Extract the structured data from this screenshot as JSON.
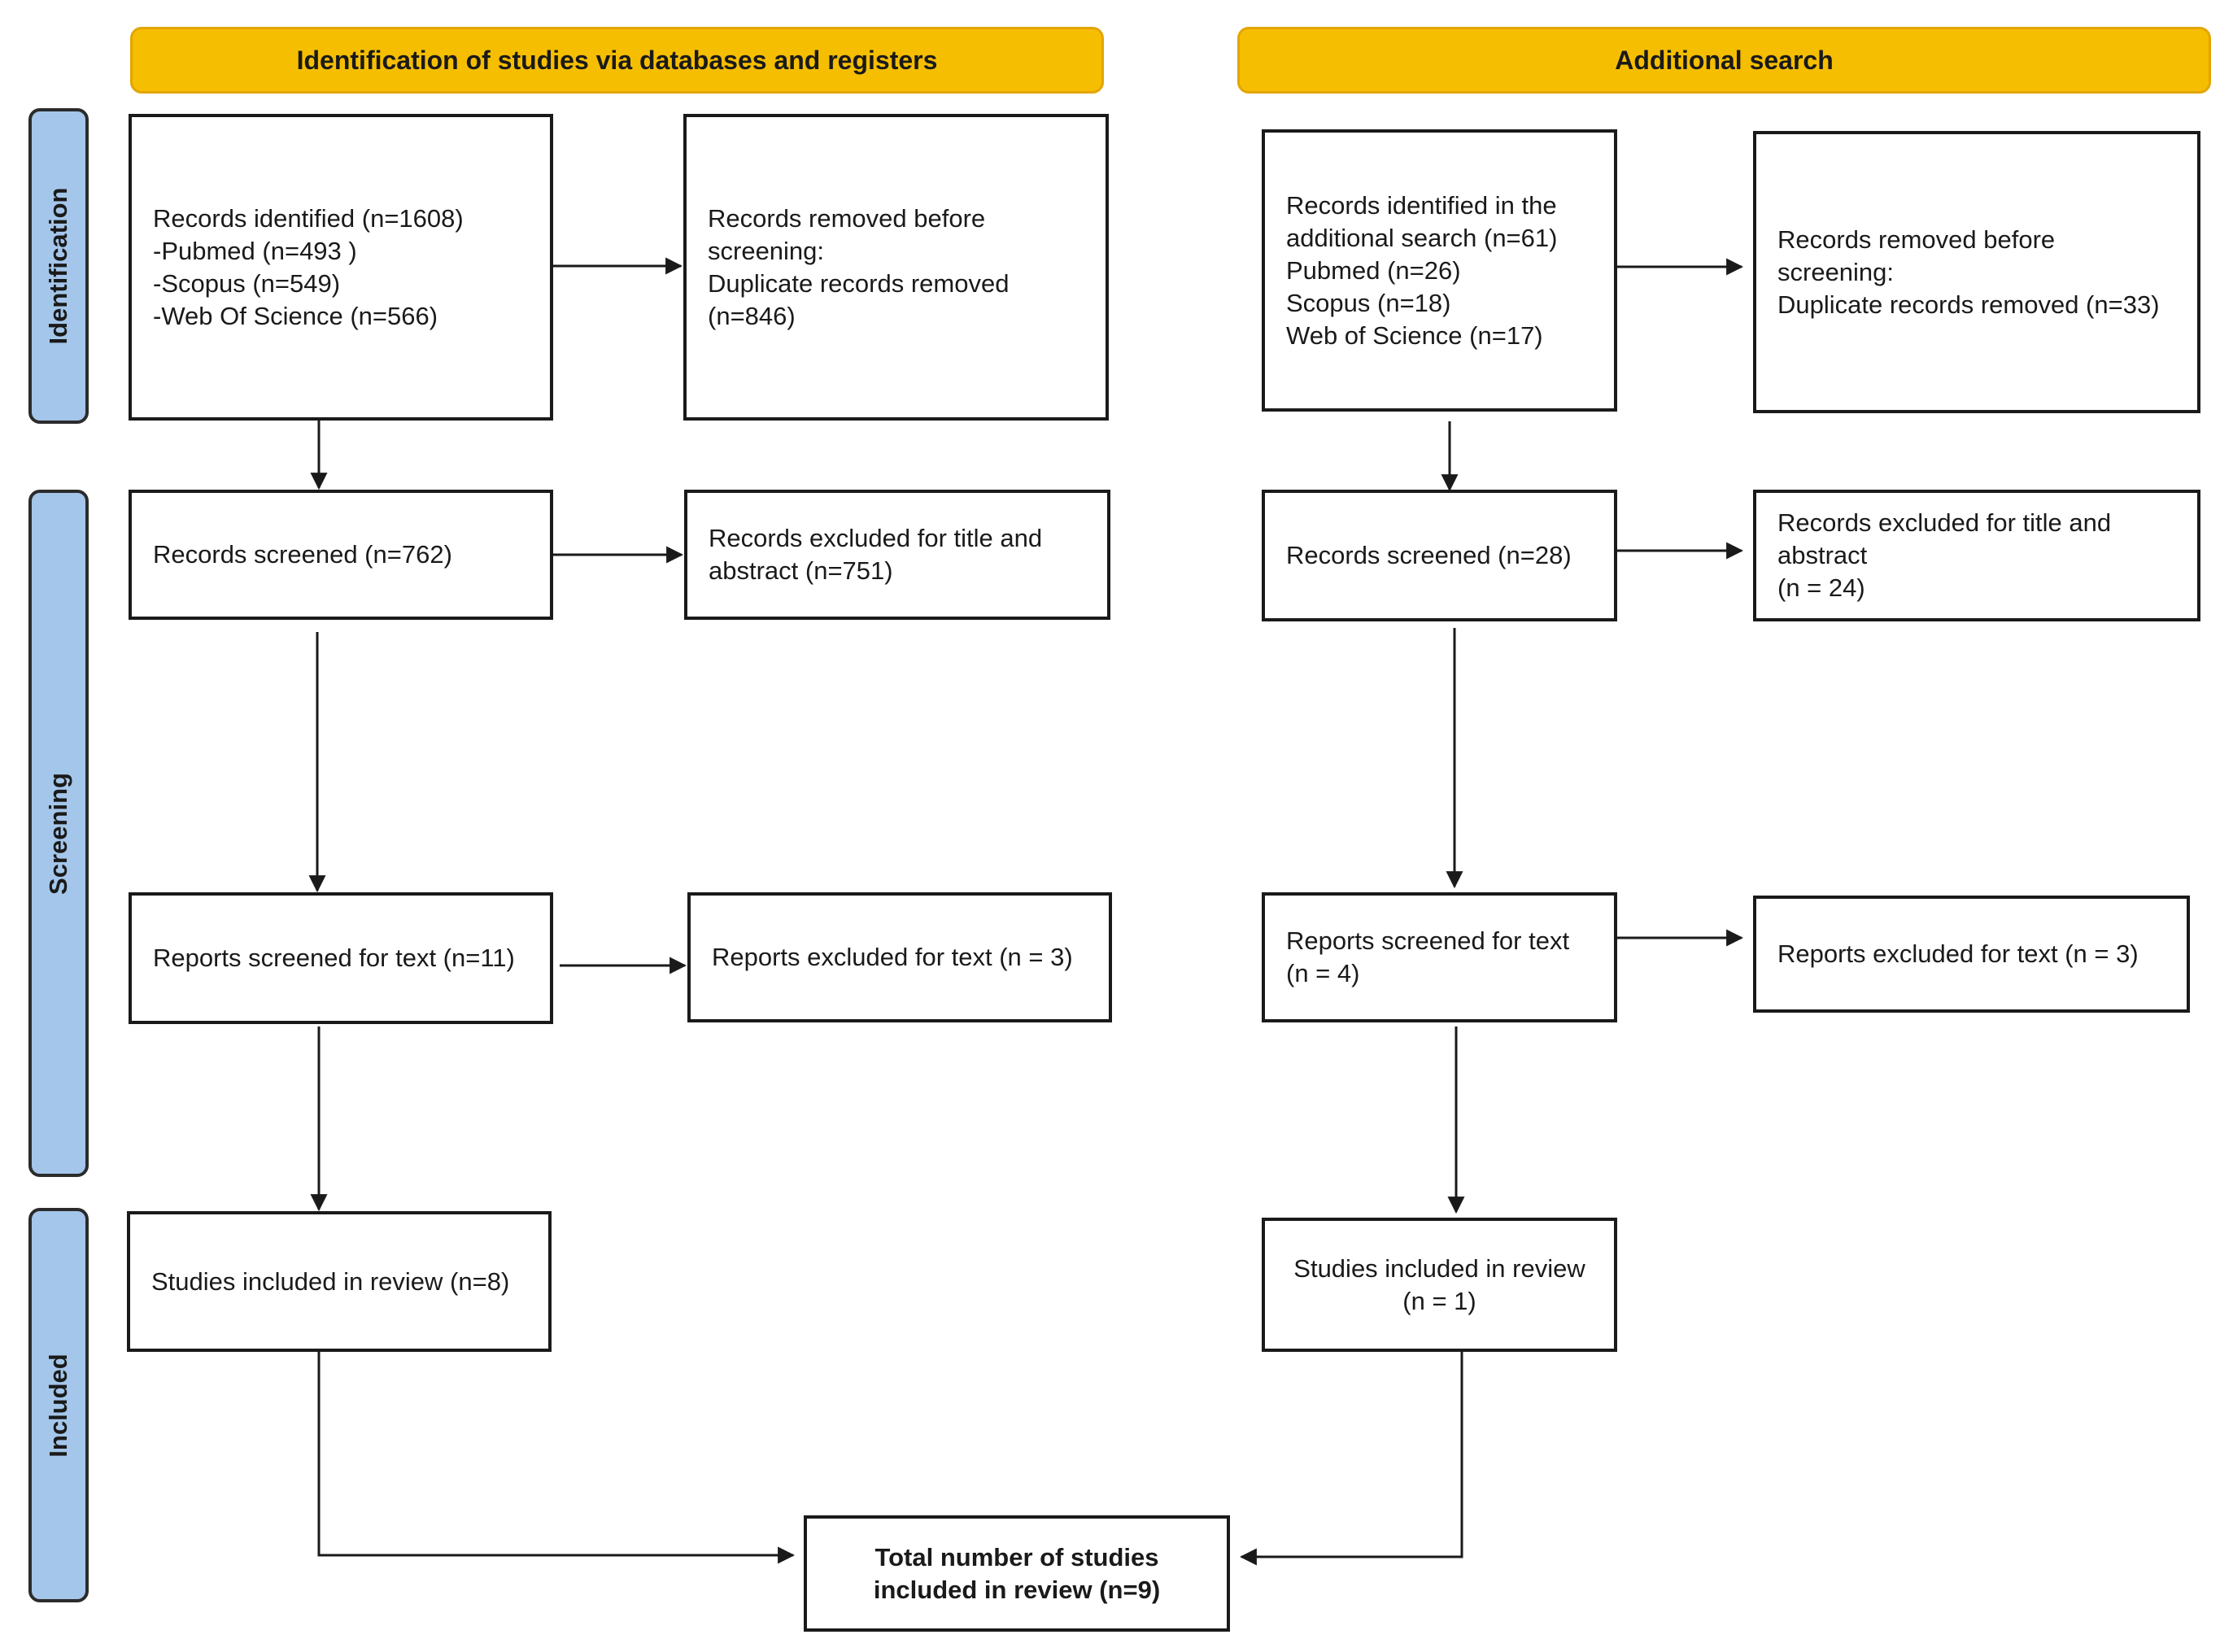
{
  "headers": {
    "databases": "Identification of studies via databases and registers",
    "additional": "Additional search"
  },
  "phases": {
    "identification": "Identification",
    "screening": "Screening",
    "included": "Included"
  },
  "left": {
    "identified": "Records identified (n=1608)\n-Pubmed (n=493 )\n-Scopus (n=549)\n-Web Of Science (n=566)",
    "removed": "Records removed before\nscreening:\nDuplicate records removed\n(n=846)",
    "screened": "Records screened (n=762)",
    "excluded_title": "Records excluded for title and\nabstract (n=751)",
    "reports_screened": "Reports screened for text (n=11)",
    "reports_excluded": "Reports excluded for text (n = 3)",
    "included": "Studies included in review (n=8)"
  },
  "right": {
    "identified": "Records identified in the\nadditional search (n=61)\nPubmed (n=26)\nScopus (n=18)\nWeb of Science (n=17)",
    "removed": "Records removed before\nscreening:\nDuplicate records removed (n=33)",
    "screened": "Records screened (n=28)",
    "excluded_title": "Records excluded for title and\nabstract\n(n = 24)",
    "reports_screened": "Reports screened for text\n(n = 4)",
    "reports_excluded": "Reports excluded for text (n = 3)",
    "included": "Studies included in review\n(n = 1)"
  },
  "total": "Total number of studies\nincluded in review (n=9)"
}
